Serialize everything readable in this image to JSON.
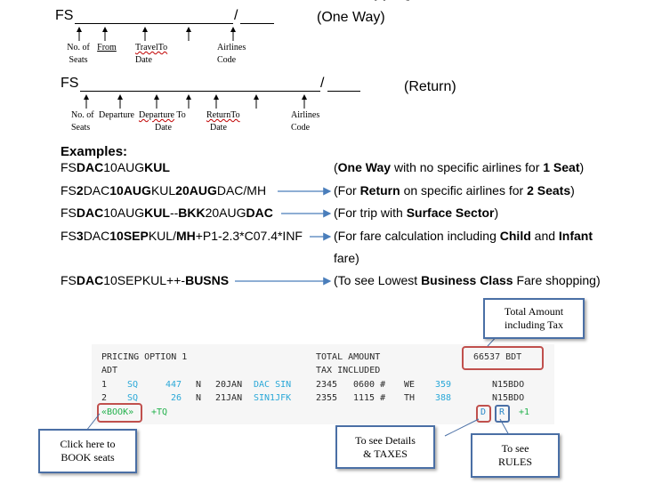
{
  "formats": {
    "oneway": {
      "prefix": "FS",
      "slash": "/",
      "label": "(One Way)"
    },
    "return": {
      "prefix": "FS",
      "slash": "/",
      "label": "(Return)"
    },
    "oneway_labels": {
      "seats_1": "No. of",
      "seats_2": "Seats",
      "from": "From",
      "travel_1": "TravelTo",
      "travel_2": "Date",
      "airline_1": "Airlines",
      "airline_2": "Code"
    },
    "return_labels": {
      "seats_1": "No. of",
      "seats_2": "Seats",
      "departure": "Departure",
      "dep_date_1": "Departure",
      "dep_to": "To",
      "dep_date_2": "Date",
      "ret_1": "ReturnTo",
      "ret_2": "Date",
      "airline_1": "Airlines",
      "airline_2": "Code"
    }
  },
  "examples": {
    "heading": "Examples:",
    "rows": [
      {
        "cmd": [
          "FS",
          "DAC",
          "10AUG",
          "KUL"
        ],
        "desc": [
          "(",
          "One Way",
          " with no specific airlines for ",
          "1 Seat",
          ")"
        ]
      },
      {
        "cmd": [
          "FS",
          "2",
          "DAC",
          "10AUG",
          "KUL",
          "20AUG",
          "DAC/MH"
        ],
        "desc": [
          "(For ",
          "Return",
          " on specific airlines for ",
          "2 Seats",
          ")"
        ]
      },
      {
        "cmd": [
          "FS",
          "DAC",
          "10AUG",
          "KUL",
          "--",
          "BKK",
          "20AUG",
          "DAC"
        ],
        "desc": [
          "(For trip with ",
          "Surface Sector",
          ")"
        ]
      },
      {
        "cmd": [
          "FS",
          "3",
          "DAC",
          "10SEP",
          "KUL/",
          "MH",
          "+P1-2.3*C07.4*INF"
        ],
        "desc": [
          "(For fare calculation including ",
          "Child",
          " and ",
          "Infant",
          ""
        ],
        "desc_cont": "fare)"
      },
      {
        "cmd": [
          "FS",
          "DAC",
          "10SEPKUL++-",
          "BUSNS"
        ],
        "desc": [
          "(To see Lowest ",
          "Business Class",
          " Fare shopping)"
        ]
      }
    ]
  },
  "terminal": {
    "pricing": "PRICING OPTION 1",
    "adt": "ADT",
    "total_amount": "TOTAL AMOUNT",
    "tax_included": "TAX INCLUDED",
    "amount": "66537 BDT",
    "segments": [
      {
        "n": "1",
        "airline": "SQ",
        "flight": "447",
        "cls": "N",
        "date": "20JAN",
        "route": "DAC SIN",
        "dep": "2345",
        "arr": "0600 #",
        "day": "WE",
        "eq": "359",
        "fare": "N15BDO"
      },
      {
        "n": "2",
        "airline": "SQ",
        "flight": "26",
        "cls": "N",
        "date": "21JAN",
        "route": "SIN1JFK",
        "dep": "2355",
        "arr": "1115 #",
        "day": "TH",
        "eq": "388",
        "fare": "N15BDO"
      }
    ],
    "book": "«BOOK»",
    "tq": "+TQ",
    "d": "D",
    "r": "R",
    "plus1": "+1"
  },
  "callouts": {
    "total": "Total Amount including Tax",
    "book": "Click here to BOOK seats",
    "details": "To see Details & TAXES",
    "rules": "To see RULES"
  },
  "colors": {
    "callout_border": "#4a6fa5",
    "red_box": "#c0504d",
    "cyan": "#2aa8d8",
    "green": "#22b14c",
    "arrow_blue": "#4a7ebb"
  }
}
